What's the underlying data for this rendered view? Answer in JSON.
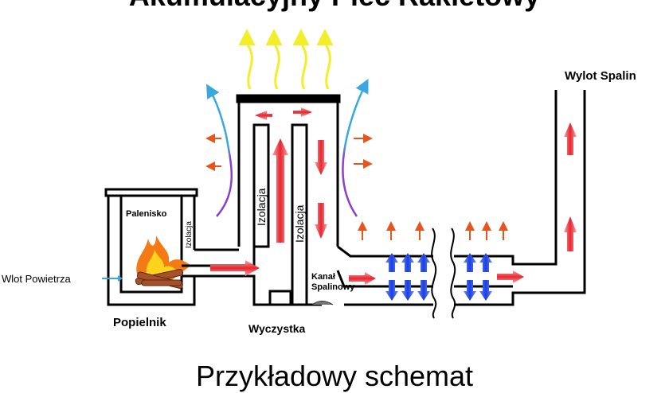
{
  "title": "Akumulacyjny Piec Rakietowy",
  "subtitle": "Przykładowy schemat",
  "labels": {
    "palenisko": "Palenisko",
    "izolacja_small": "Izolacja",
    "izolacja_left": "Izolacja",
    "izolacja_right": "Izolacja",
    "wlot": "Wlot Powietrza",
    "popielnik": "Popielnik",
    "wyczystka": "Wyczystka",
    "kanal_1": "Kanał",
    "kanal_2": "Spalinowy",
    "wylot": "Wylot Spalin"
  },
  "colors": {
    "outline": "#000000",
    "hot_gas": "#e8262f",
    "heat_radiation": "#e8541e",
    "warm_air": "#f2ef2a",
    "convection": "#3aa8e0",
    "cool_return": "#8a3fd1",
    "storage_flow": "#1a3fe0",
    "flame": "#f47a16"
  }
}
